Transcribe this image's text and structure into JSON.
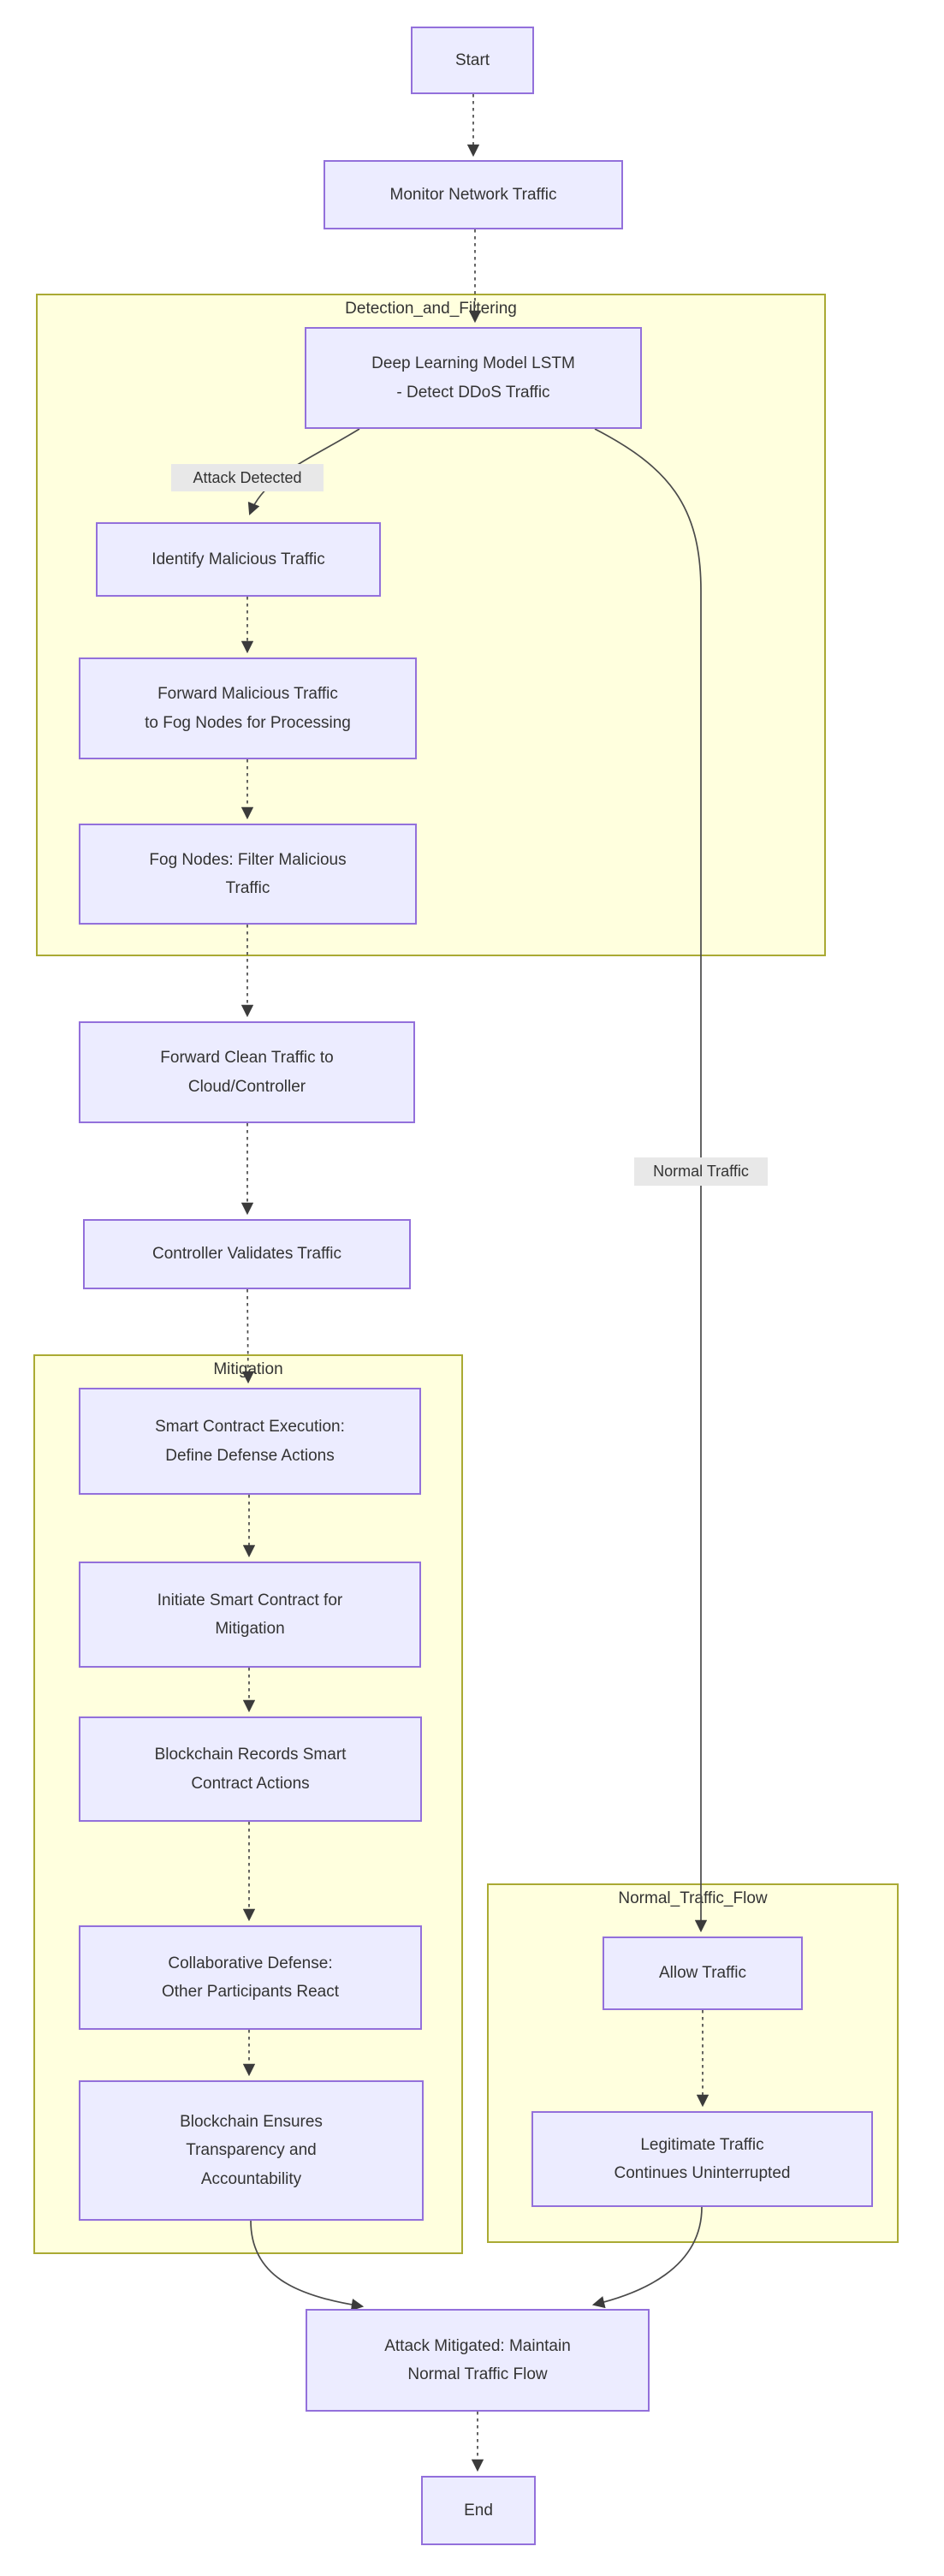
{
  "diagram": {
    "title": "DDoS detection and mitigation flowchart",
    "nodes": {
      "start": "Start",
      "monitor": "Monitor Network Traffic",
      "lstm": "Deep Learning Model LSTM\n- Detect DDoS Traffic",
      "identify": "Identify Malicious Traffic",
      "forward_malicious": "Forward Malicious Traffic\nto Fog Nodes for Processing",
      "fog_nodes": "Fog Nodes: Filter Malicious\nTraffic",
      "forward_clean": "Forward Clean Traffic to\nCloud/Controller",
      "controller": "Controller Validates Traffic",
      "smart_contract": "Smart Contract Execution:\nDefine Defense Actions",
      "initiate": "Initiate Smart Contract for\nMitigation",
      "records": "Blockchain Records Smart\nContract Actions",
      "collaborative": "Collaborative Defense:\nOther Participants React",
      "ensures": "Blockchain Ensures\nTransparency and\nAccountability",
      "allow": "Allow Traffic",
      "legitimate": "Legitimate Traffic\nContinues Uninterrupted",
      "attack_mitigated": "Attack Mitigated: Maintain\nNormal Traffic Flow",
      "end": "End"
    },
    "subgraphs": {
      "detection": "Detection_and_Filtering",
      "mitigation": "Mitigation",
      "normal_flow": "Normal_Traffic_Flow"
    },
    "edge_labels": {
      "attack_detected": "Attack Detected",
      "normal_traffic": "Normal Traffic"
    },
    "colors": {
      "node_fill": "#ECECFF",
      "node_border": "#9370DB",
      "subgraph_fill": "#FFFFDE",
      "subgraph_border": "#AAAA33",
      "edge": "#404040",
      "edge_label_bg": "#E8E8E8",
      "text": "#333333"
    }
  }
}
